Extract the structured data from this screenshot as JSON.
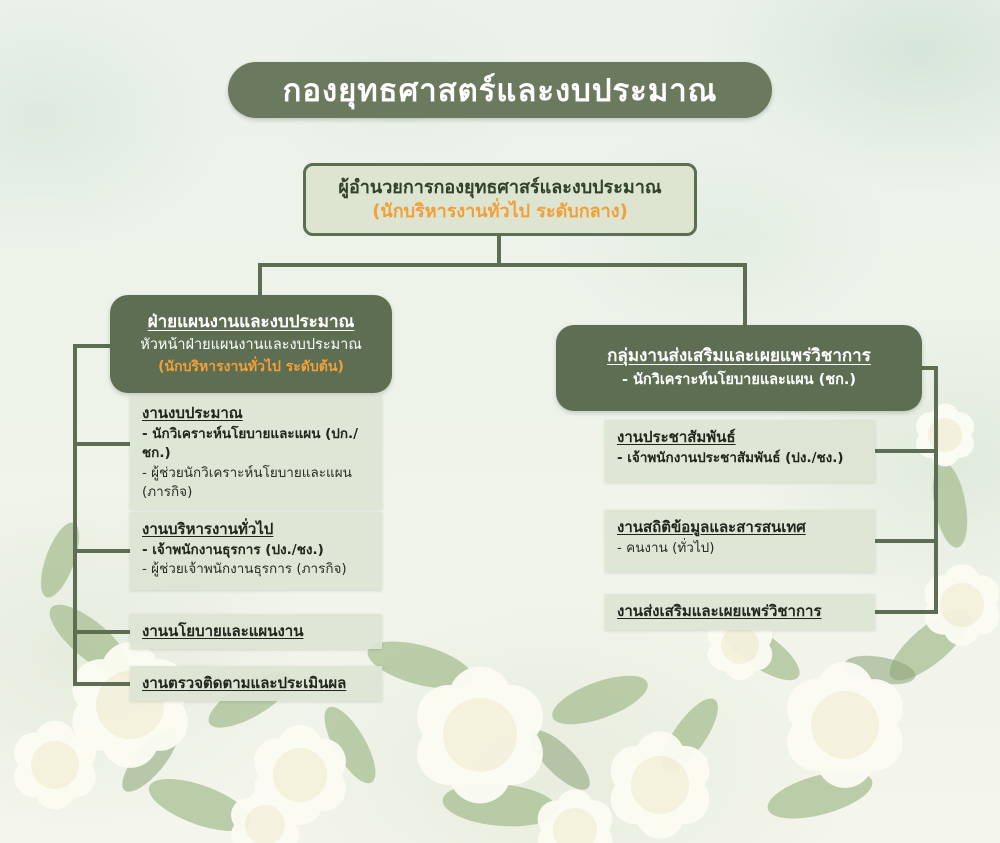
{
  "colors": {
    "dark_green": "#5d6e53",
    "light_green_box": "#dde5d1",
    "child_box": "#dde4d3",
    "orange": "#efa03a",
    "white": "#ffffff"
  },
  "title": "กองยุทธศาสตร์และงบประมาณ",
  "director": {
    "name": "ผู้อำนวยการกองยุทธศาสร์และงบประมาณ",
    "position": "(นักบริหารงานทั่วไป ระดับกลาง)"
  },
  "left_branch": {
    "header": "ฝ่ายแผนงานและงบประมาณ",
    "subtitle": "หัวหน้าฝ่ายแผนงานและงบประมาณ",
    "position": "(นักบริหารงานทั่วไป ระดับต้น)",
    "children": [
      {
        "title": "งานงบประมาณ",
        "lines": [
          {
            "text": "- นักวิเคราะห์นโยบายและแผน (ปก./ชก.)",
            "bold": true
          },
          {
            "text": "- ผู้ช่วยนักวิเคราะห์นโยบายและแผน",
            "bold": false
          },
          {
            "text": " (ภารกิจ)",
            "bold": false
          }
        ]
      },
      {
        "title": "งานบริหารงานทั่วไป",
        "lines": [
          {
            "text": "- เจ้าพนักงานธุรการ (ปง./ชง.)",
            "bold": true
          },
          {
            "text": "- ผู้ช่วยเจ้าพนักงานธุรการ (ภารกิจ)",
            "bold": false
          }
        ]
      },
      {
        "title": "งานนโยบายและแผนงาน",
        "lines": []
      },
      {
        "title": "งานตรวจติดตามและประเมินผล",
        "lines": []
      }
    ]
  },
  "right_branch": {
    "header": "กลุ่มงานส่งเสริมและเผยแพร่วิชาการ",
    "subtitle": "- นักวิเคราะห์นโยบายและแผน (ชก.)",
    "children": [
      {
        "title": "งานประชาสัมพันธ์",
        "lines": [
          {
            "text": "- เจ้าพนักงานประชาสัมพันธ์ (ปง./ชง.)",
            "bold": true
          }
        ]
      },
      {
        "title": "งานสถิติข้อมูลและสารสนเทศ",
        "lines": [
          {
            "text": "- คนงาน (ทั่วไป)",
            "bold": false
          }
        ]
      },
      {
        "title": "งานส่งเสริมและเผยแพร่วิชาการ",
        "lines": []
      }
    ]
  }
}
